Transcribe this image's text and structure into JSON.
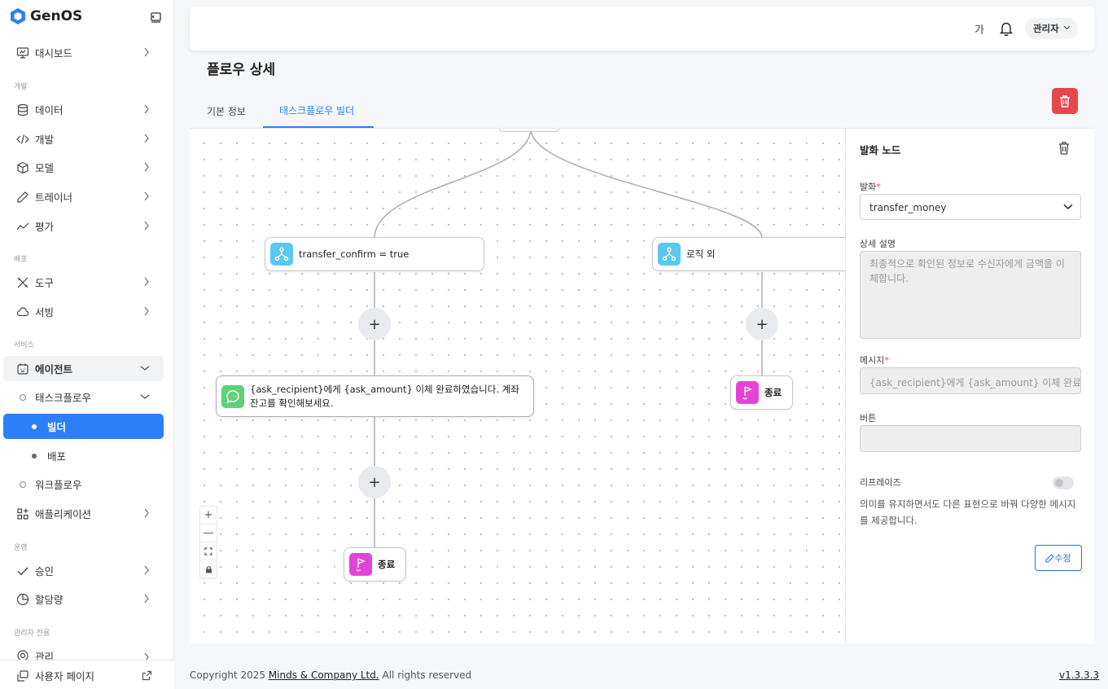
{
  "app": {
    "name": "GenOS",
    "brand_color": "#2d7ff9"
  },
  "sidebar": {
    "sections": {
      "dev": "개발",
      "deploy": "배포",
      "service": "서비스",
      "ops": "운영",
      "admin": "관리자 전용"
    },
    "items": {
      "dashboard": "대시보드",
      "data": "데이터",
      "develop": "개발",
      "model": "모델",
      "trainer": "트레이너",
      "eval": "평가",
      "tools": "도구",
      "serving": "서빙",
      "agent": "에이전트",
      "taskflow": "태스크플로우",
      "builder": "빌더",
      "deployment": "배포",
      "workflow": "워크플로우",
      "application": "애플리케이션",
      "approval": "승인",
      "quota": "할당량",
      "manage": "관리"
    },
    "bottom_link": "사용자 페이지"
  },
  "header": {
    "font_toggle": "가",
    "user_label": "관리자"
  },
  "page": {
    "title": "플로우 상세",
    "tabs": [
      "기본 정보",
      "태스크플로우 빌더"
    ],
    "active_tab": 1
  },
  "canvas": {
    "nodes": {
      "branch_left": "transfer_confirm = true",
      "branch_right": "로직 외",
      "message": "{ask_recipient}에게 {ask_amount} 이체 완료하였습니다. 계좌 잔고를 확인해보세요.",
      "end_left": "종료",
      "end_right": "종료"
    },
    "colors": {
      "branch": "#5ac8f0",
      "message": "#5fd17b",
      "end": "#e344d6"
    },
    "zoom_controls": [
      "+",
      "—",
      "⛶",
      "🔒"
    ]
  },
  "panel": {
    "title": "발화 노드",
    "utterance_label": "발화",
    "utterance_value": "transfer_money",
    "desc_label": "상세 설명",
    "desc_value": "최종적으로 확인된 정보로 수신자에게 금액을 이체합니다.",
    "message_label": "메시지",
    "message_value": "{ask_recipient}에게 {ask_amount} 이체 완료하",
    "button_label": "버튼",
    "button_value": "",
    "rephrase_label": "리프레이즈",
    "rephrase_desc": "의미를 유지하면서도 다른 표현으로 바꿔 다양한 메시지를 제공합니다.",
    "edit_button": "수정"
  },
  "footer": {
    "prefix": "Copyright 2025 ",
    "company": "Minds & Company Ltd.",
    "suffix": " All rights reserved",
    "version": "v1.3.3.3"
  }
}
